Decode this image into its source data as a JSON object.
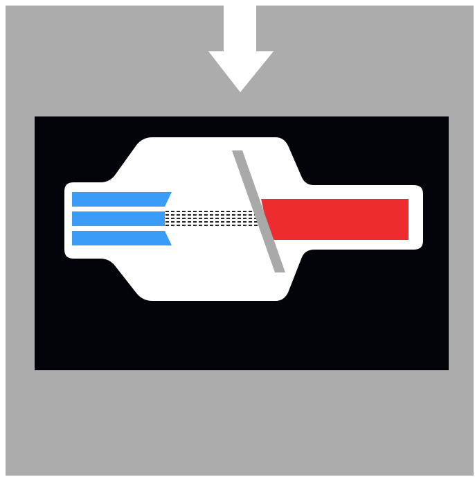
{
  "colors": {
    "page": "#ffffff",
    "background": "#acacac",
    "arrow": "#ffffff",
    "panel": "#03030a",
    "body": "#ffffff",
    "input_channels": "#3b9cf8",
    "output_channel": "#ed2c30",
    "filter": "#a9a9a9",
    "dashes": "#222222"
  },
  "icons": {
    "arrow": "down-arrow-icon"
  },
  "diagram": {
    "input_channel_count": 3,
    "dashed_line_count": 5,
    "output_channel_count": 1
  }
}
